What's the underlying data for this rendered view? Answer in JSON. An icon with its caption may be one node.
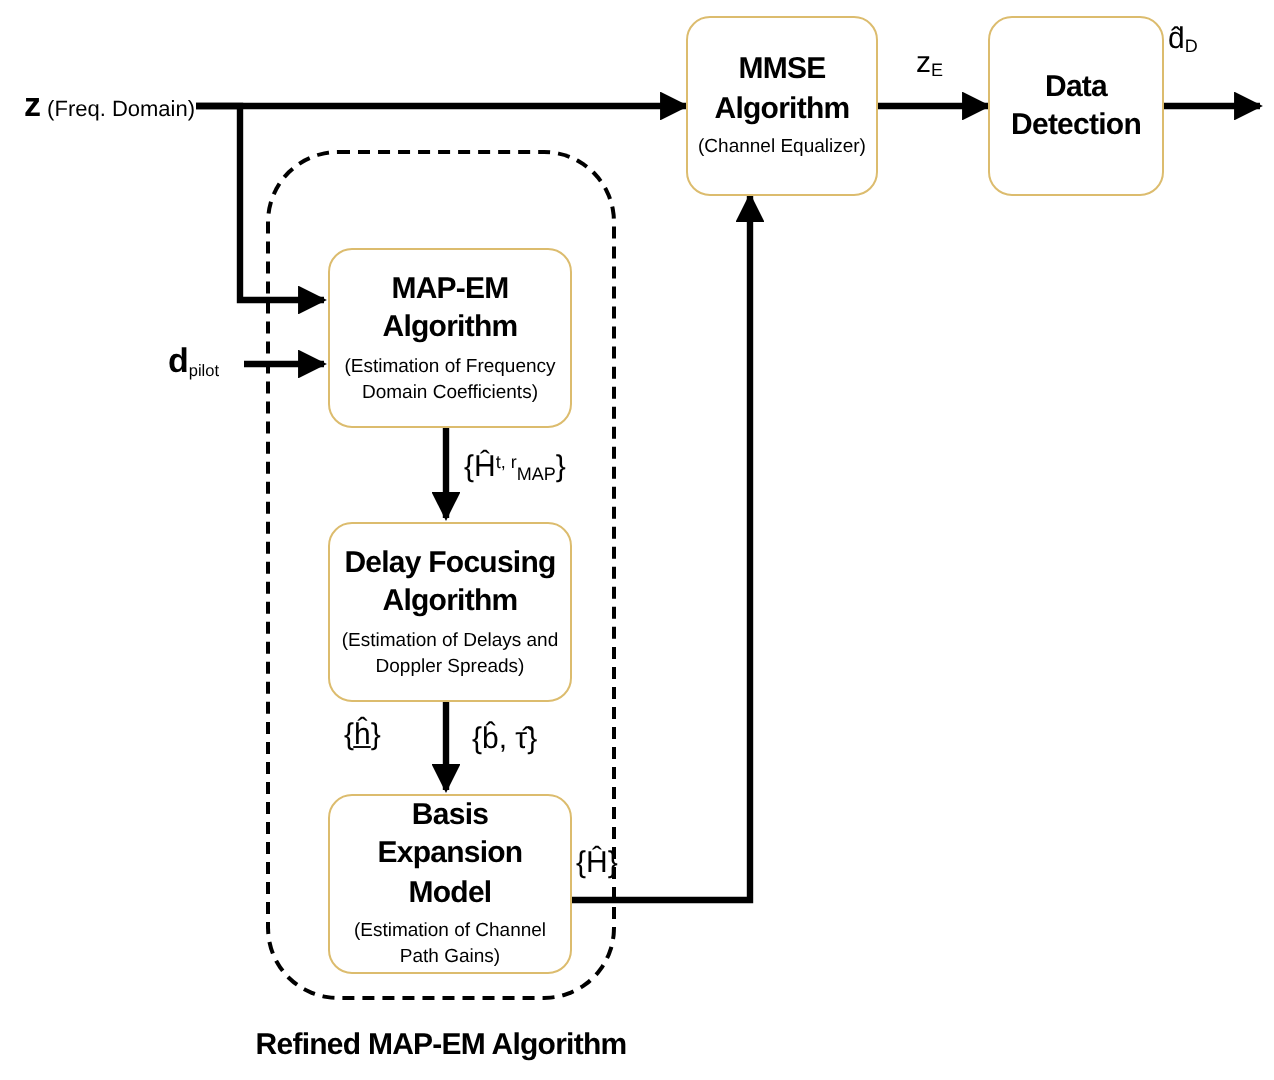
{
  "diagram": {
    "nodes": [
      {
        "text": [
          "Refined MAP-EM Algorithm"
        ]
      },
      {
        "text": [
          "MAP-EM Algorithm",
          "(Estimation of Frequency Domain Coefficients)"
        ],
        "in": 0
      },
      {
        "text": [
          "Delay Focusing Algorithm",
          "(Estimation of Delays and Doppler Spreads)"
        ],
        "in": 0
      },
      {
        "text": [
          "Basis Expansion Model",
          "(Estimation of Channel Path Gains)"
        ],
        "in": 0
      },
      {
        "text": [
          "MMSE Algorithm",
          "(Channel Equalizer)"
        ]
      },
      {
        "text": [
          "Data Detection"
        ]
      },
      {
        "text": [
          "**z** (Freq. Domain)"
        ]
      },
      {
        "text": [
          "**d**$_{pilot}$"
        ]
      }
    ],
    "edges": [
      {
        "from": 6,
        "to": 4,
        "arrow": "to"
      },
      {
        "from": 6,
        "to": 1,
        "arrow": "to"
      },
      {
        "from": 7,
        "to": 1,
        "arrow": "to"
      },
      {
        "from": 1,
        "to": 2,
        "arrow": "to",
        "label": "{Ĥ$^{t, r}$$_{MAP}$}"
      },
      {
        "from": 2,
        "to": 3,
        "arrow": "to",
        "label": "{b̂, τ̂}"
      },
      {
        "from": 3,
        "to": 4,
        "arrow": "to",
        "label": "{Ĥ}"
      },
      {
        "from": 4,
        "to": 5,
        "arrow": "to",
        "label": "z$_{E}$"
      },
      {
        "from": 5,
        "to": null,
        "arrow": "to",
        "label": "d̂$_{D}$"
      }
    ],
    "labels": [
      "{ĥ̲}"
    ]
  }
}
